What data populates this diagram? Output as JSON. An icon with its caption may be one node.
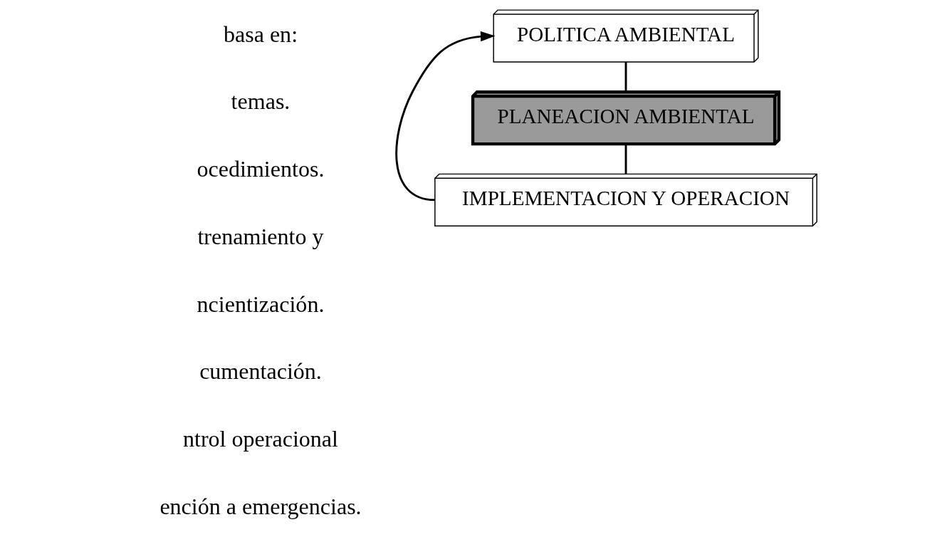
{
  "diagram": {
    "nodes": [
      {
        "text": [
          "POLITICA AMBIENTAL"
        ]
      },
      {
        "text": [
          "PLANEACION AMBIENTAL"
        ]
      },
      {
        "text": [
          "IMPLEMENTACION Y OPERACION"
        ]
      }
    ],
    "edges": [
      {
        "from": 0,
        "to": 1,
        "arrow": "none"
      },
      {
        "from": 1,
        "to": 2,
        "arrow": "none"
      },
      {
        "from": 2,
        "to": 0,
        "arrow": "to"
      }
    ],
    "labels": [
      "basa en:",
      "temas.",
      "ocedimientos.",
      "trenamiento y",
      "ncientización.",
      "cumentación.",
      "ntrol operacional",
      "ención a emergencias."
    ]
  }
}
